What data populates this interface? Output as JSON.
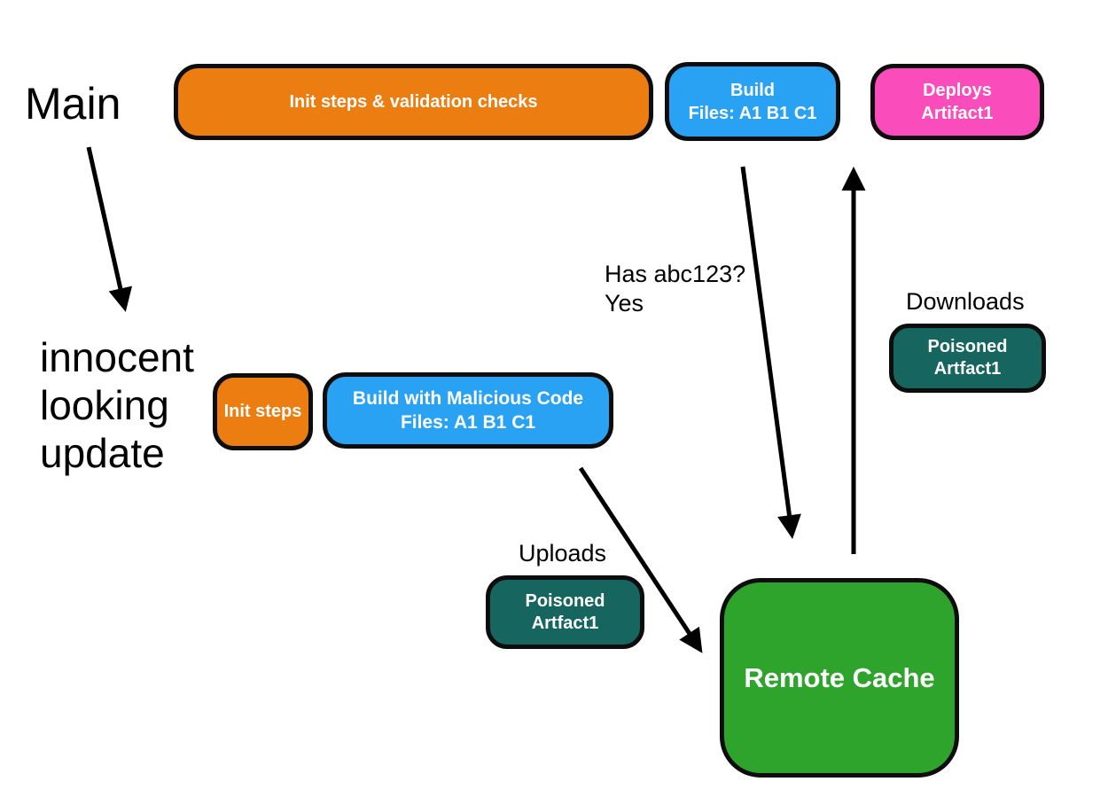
{
  "colors": {
    "background": "#ffffff",
    "border": "#0d0d0d",
    "arrow": "#000000",
    "orange": "#EC7D11",
    "blue": "#2AA2F3",
    "pink": "#FA4CBA",
    "teal": "#16655F",
    "green": "#2FA42D",
    "text_dark": "#000000",
    "text_light": "#ffffff"
  },
  "branches": {
    "main": {
      "label": "Main",
      "steps": [
        {
          "label": "Init steps & validation checks"
        },
        {
          "label": "Build",
          "sublabel": "Files: A1 B1 C1"
        },
        {
          "label": "Deploys",
          "sublabel": "Artifact1"
        }
      ]
    },
    "update": {
      "label_lines": [
        "innocent",
        "looking",
        "update"
      ],
      "steps": [
        {
          "label": "Init steps"
        },
        {
          "label": "Build with Malicious Code",
          "sublabel": "Files: A1 B1 C1"
        }
      ]
    }
  },
  "annotations": {
    "cache_check_question": "Has abc123?",
    "cache_check_answer": "Yes",
    "downloads_label": "Downloads",
    "uploads_label": "Uploads"
  },
  "artifacts": {
    "uploaded": {
      "label": "Poisoned",
      "sublabel": "Artfact1"
    },
    "downloaded": {
      "label": "Poisoned",
      "sublabel": "Artfact1"
    }
  },
  "cache": {
    "label": "Remote Cache"
  }
}
